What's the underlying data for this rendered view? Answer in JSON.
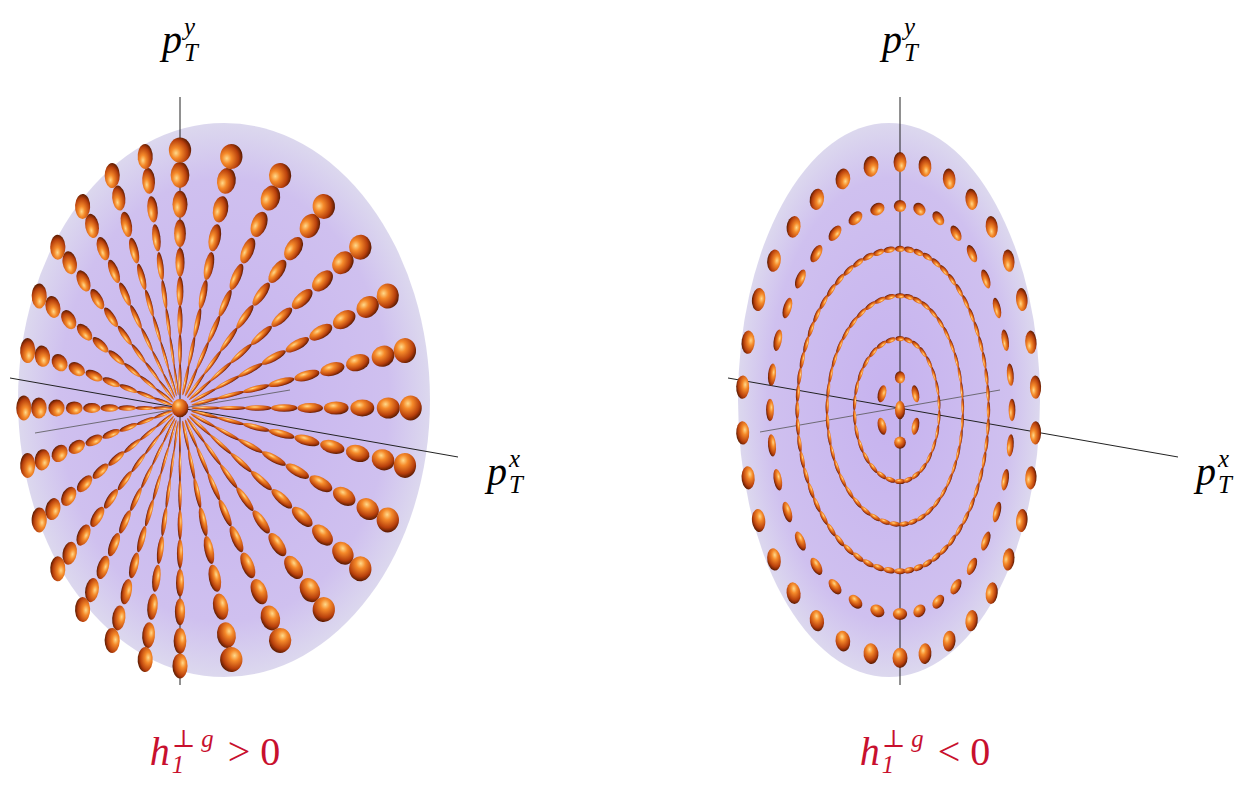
{
  "diagram": {
    "labels": [
      "p",
      "y",
      "T",
      "p",
      "y",
      "T",
      "p",
      "x",
      "T",
      "p",
      "x",
      "T",
      "h",
      "⊥ g",
      "1",
      "> 0",
      "h",
      "⊥ g",
      "1",
      "< 0"
    ]
  }
}
